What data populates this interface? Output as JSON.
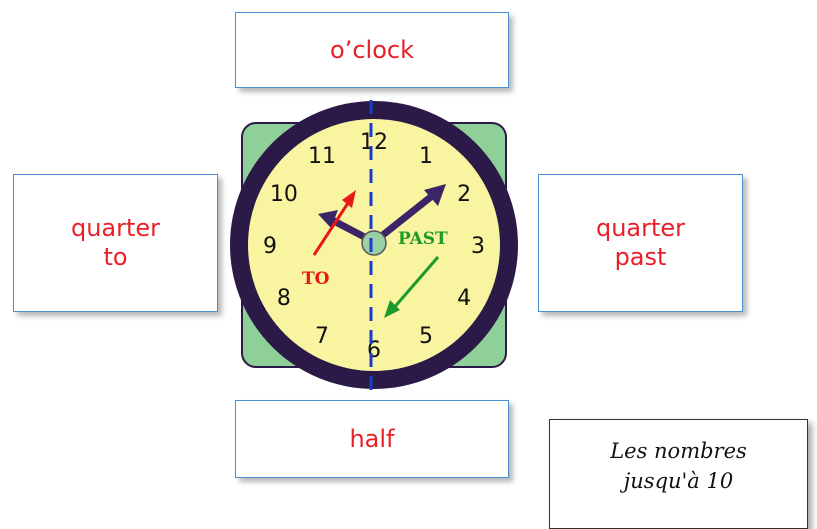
{
  "labels": {
    "top": "o’clock",
    "bottom": "half",
    "left_line1": "quarter",
    "left_line2": "to",
    "right_line1": "quarter",
    "right_line2": "past"
  },
  "link": {
    "line1": "Les nombres",
    "line2": "jusqu'à 10"
  },
  "clock": {
    "numbers": [
      "12",
      "1",
      "2",
      "3",
      "4",
      "5",
      "6",
      "7",
      "8",
      "9",
      "10",
      "11"
    ],
    "past_label": "PAST",
    "to_label": "TO"
  },
  "colors": {
    "label_text": "#e8202a",
    "box_border": "#4a8fd0",
    "clock_face": "#f8f4a0",
    "clock_rim": "#2b1a48",
    "clock_bg": "#8fcf98",
    "hands": "#3a2566",
    "center": "#9acfa8",
    "dashed_line": "#1a3ccc",
    "past_arrow": "#1e9a2a",
    "to_arrow": "#e81818"
  }
}
